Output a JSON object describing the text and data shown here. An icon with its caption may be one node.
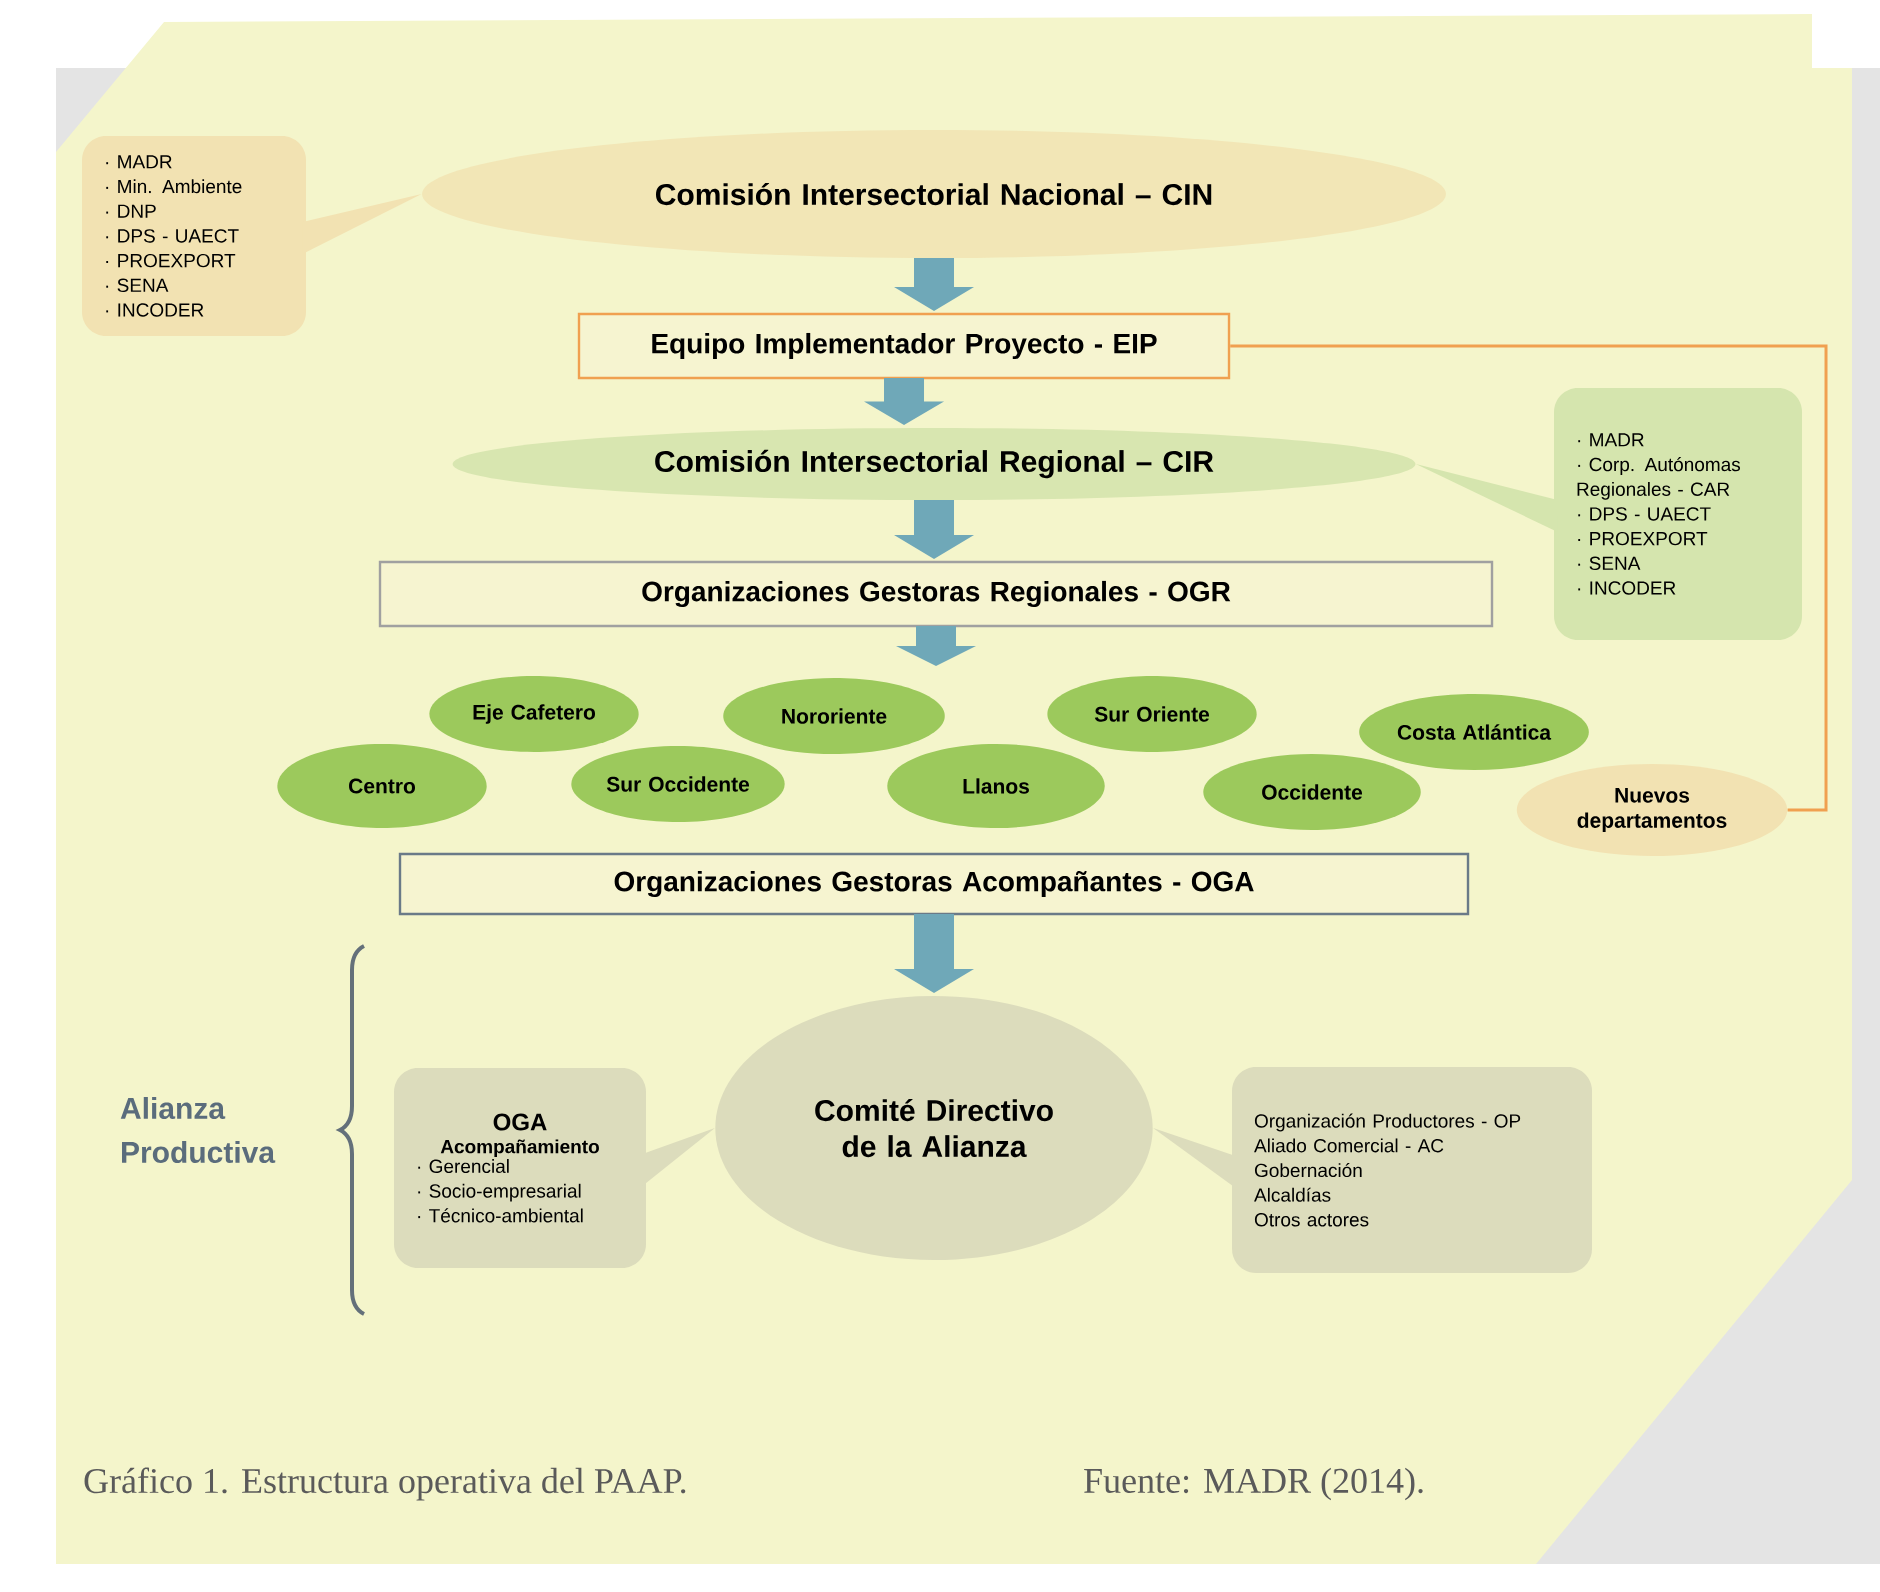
{
  "diagram": {
    "caption": "Gráfico 1. Estructura operativa del PAAP.",
    "nodes": [
      {
        "text": [
          "Comisión Intersectorial Nacional – CIN"
        ]
      },
      {
        "text": [
          "· MADR",
          "· Min. Ambiente",
          "· DNP",
          "· DPS - UAECT",
          "· PROEXPORT",
          "· SENA",
          "· INCODER"
        ]
      },
      {
        "text": [
          "Equipo Implementador Proyecto - EIP"
        ]
      },
      {
        "text": [
          "Comisión Intersectorial Regional – CIR"
        ]
      },
      {
        "text": [
          "· MADR",
          "· Corp. Autónomas Regionales - CAR",
          "· DPS - UAECT",
          "· PROEXPORT",
          "· SENA",
          "· INCODER"
        ]
      },
      {
        "text": [
          "Organizaciones Gestoras Regionales - OGR"
        ]
      },
      {
        "text": [
          "Centro"
        ]
      },
      {
        "text": [
          "Eje Cafetero"
        ]
      },
      {
        "text": [
          "Sur Occidente"
        ]
      },
      {
        "text": [
          "Nororiente"
        ]
      },
      {
        "text": [
          "Llanos"
        ]
      },
      {
        "text": [
          "Sur Oriente"
        ]
      },
      {
        "text": [
          "Occidente"
        ]
      },
      {
        "text": [
          "Costa Atlántica"
        ]
      },
      {
        "text": [
          "Nuevos departamentos"
        ]
      },
      {
        "text": [
          "Organizaciones Gestoras Acompañantes - OGA"
        ]
      },
      {
        "text": [
          "OGA",
          "Acompañamiento",
          "· Gerencial",
          "· Socio-empresarial",
          "· Técnico-ambiental"
        ]
      },
      {
        "text": [
          "Comité Directivo de la Alianza"
        ]
      },
      {
        "text": [
          "Organización Productores - OP",
          "Aliado Comercial - AC",
          "Gobernación",
          "Alcaldías",
          "Otros actores"
        ]
      }
    ],
    "edges": [
      {
        "from": 1,
        "to": 0,
        "arrow": "none",
        "color": "#f2e2b2"
      },
      {
        "from": 0,
        "to": 2,
        "arrow": "to",
        "style": "thick"
      },
      {
        "from": 2,
        "to": 3,
        "arrow": "to",
        "style": "thick"
      },
      {
        "from": 4,
        "to": 3,
        "arrow": "none",
        "color": "#d5e5ae"
      },
      {
        "from": 3,
        "to": 5,
        "arrow": "to",
        "style": "thick"
      },
      {
        "from": 2,
        "to": 14,
        "arrow": "none",
        "color": "#f0a050"
      },
      {
        "from": 5,
        "to": null,
        "arrow": "to",
        "style": "thick"
      },
      {
        "from": 15,
        "to": 17,
        "arrow": "to",
        "style": "thick"
      },
      {
        "from": 16,
        "to": 17,
        "arrow": "none",
        "color": "#dcdcbc"
      },
      {
        "from": 18,
        "to": 17,
        "arrow": "none",
        "color": "#dcdcbc"
      }
    ],
    "labels": [
      "Alianza Productiva",
      "Fuente: MADR (2014)."
    ]
  }
}
